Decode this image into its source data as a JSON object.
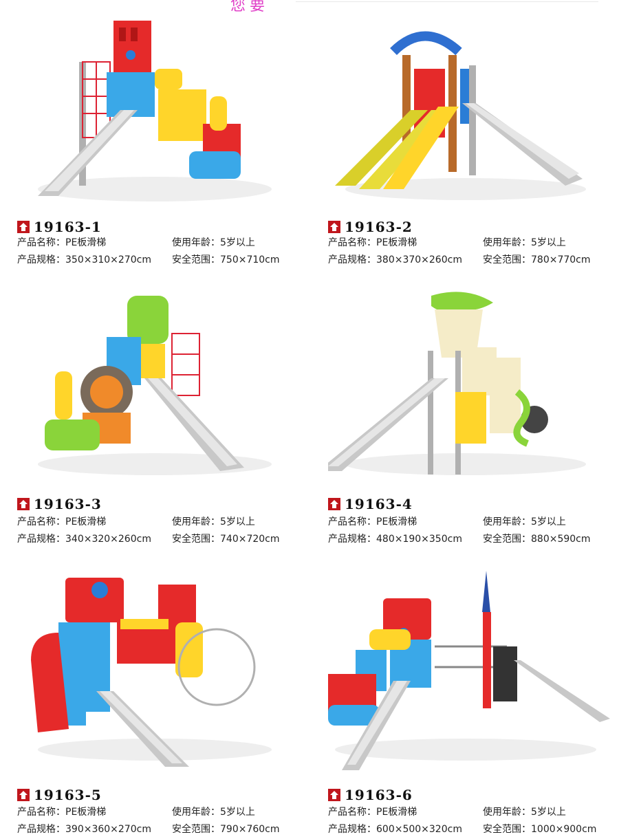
{
  "header": {
    "partial_text": "您要"
  },
  "labels": {
    "name": "产品名称：",
    "age": "使用年龄：",
    "size": "产品规格：",
    "range": "安全范围："
  },
  "products": [
    {
      "code": "19163-1",
      "name": "PE板滑梯",
      "age": "5岁以上",
      "size": "350×310×270cm",
      "range": "750×710cm"
    },
    {
      "code": "19163-2",
      "name": "PE板滑梯",
      "age": "5岁以上",
      "size": "380×370×260cm",
      "range": "780×770cm"
    },
    {
      "code": "19163-3",
      "name": "PE板滑梯",
      "age": "5岁以上",
      "size": "340×320×260cm",
      "range": "740×720cm"
    },
    {
      "code": "19163-4",
      "name": "PE板滑梯",
      "age": "5岁以上",
      "size": "480×190×350cm",
      "range": "880×590cm"
    },
    {
      "code": "19163-5",
      "name": "PE板滑梯",
      "age": "5岁以上",
      "size": "390×360×270cm",
      "range": "790×760cm"
    },
    {
      "code": "19163-6",
      "name": "PE板滑梯",
      "age": "5岁以上",
      "size": "600×500×320cm",
      "range": "1000×900cm"
    }
  ],
  "colors": {
    "accent": "#c0161c",
    "text": "#222222"
  }
}
